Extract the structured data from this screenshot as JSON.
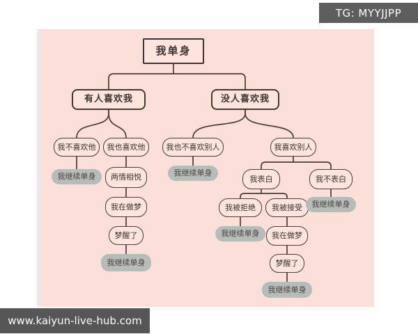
{
  "badge": {
    "text": "TG: MYYJJPP"
  },
  "watermark": {
    "text": "www.kaiyun-live-hub.com"
  },
  "colors": {
    "page_background": "#ffffff",
    "canvas_pink": "#fcdfd8",
    "node_fill": "#fde4dd",
    "node_border": "#45382f",
    "gray_node_fill": "#b6bcb8",
    "overlay_bar": "#5e5e5e",
    "overlay_text": "#ffffff",
    "connector": "#4a3c36"
  },
  "flowchart": {
    "title": "我单身",
    "nodes": {
      "root": "我单身",
      "someone_likes_me": "有人喜欢我",
      "nobody_likes_me": "没人喜欢我",
      "i_dont_like_him": "我不喜欢他",
      "i_like_him_too": "我也喜欢他",
      "stay_single_1": "我继续单身",
      "mutual_love": "两情相悦",
      "dreaming_1": "我在做梦",
      "woke_up_1": "梦醒了",
      "stay_single_2": "我继续单身",
      "i_dont_like_others_either": "我也不喜欢别人",
      "stay_single_3": "我继续单身",
      "i_like_others": "我喜欢别人",
      "i_confess": "我表白",
      "i_dont_confess": "我不表白",
      "i_get_rejected": "我被拒绝",
      "i_get_accepted": "我被接受",
      "stay_single_4": "我继续单身",
      "stay_single_5": "我继续单身",
      "dreaming_2": "我在做梦",
      "woke_up_2": "梦醒了",
      "stay_single_6": "我继续单身"
    }
  }
}
